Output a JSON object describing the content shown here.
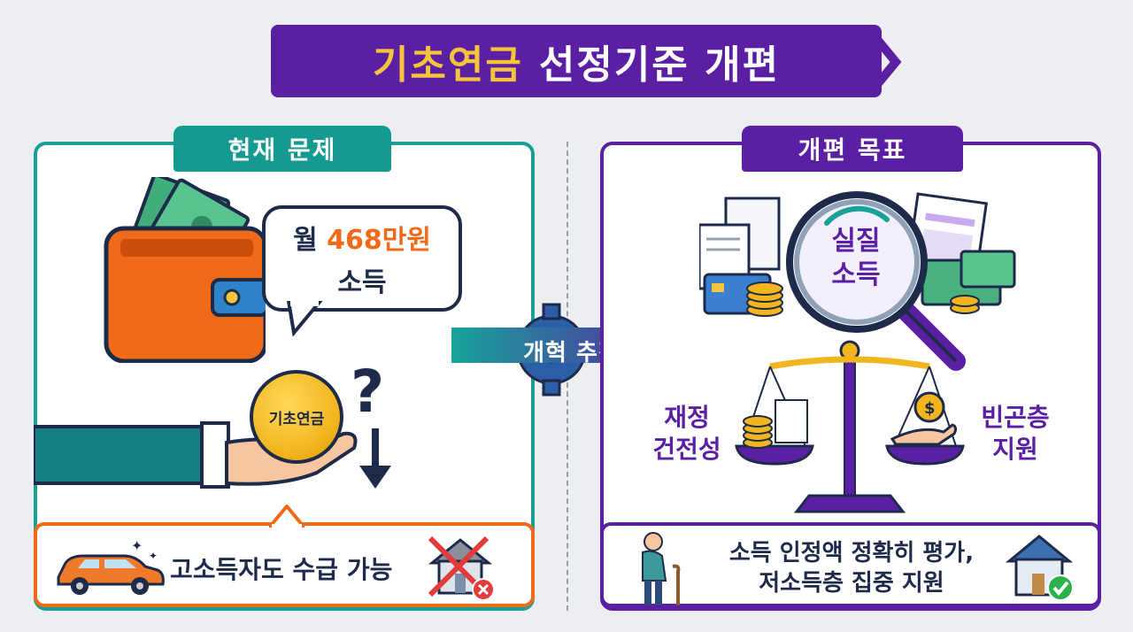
{
  "title": {
    "highlight": "기초연금",
    "rest": "선정기준 개편"
  },
  "left_panel": {
    "tab": "현재 문제",
    "speech_prefix": "월 ",
    "speech_amount": "468만원",
    "speech_line2": "소득",
    "coin_label": "기초연금",
    "question_mark": "?",
    "callout": "고소득자도 수급 가능"
  },
  "center": {
    "arrow_label": "개혁 추진"
  },
  "right_panel": {
    "tab": "개편 목표",
    "magnifier_line1": "실질",
    "magnifier_line2": "소득",
    "scale_left_line1": "재정",
    "scale_left_line2": "건전성",
    "scale_right_line1": "빈곤층",
    "scale_right_line2": "지원",
    "callout_line1": "소득 인정액 정확히 평가,",
    "callout_line2": "저소득층 집중 지원"
  },
  "colors": {
    "purple": "#5b1fa3",
    "teal": "#159a92",
    "orange": "#f06a1a",
    "gold": "#f5c43a",
    "navy": "#1e2a4a"
  },
  "icons": [
    "chevron-right-icon",
    "wallet-icon",
    "cash-icon",
    "coin-icon",
    "hand-icon",
    "question-icon",
    "down-arrow-icon",
    "car-icon",
    "house-x-icon",
    "gear-icon",
    "arrow-right-icon",
    "documents-icon",
    "credit-card-icon",
    "magnifier-icon",
    "balance-scale-icon",
    "elder-icon",
    "house-check-icon"
  ]
}
